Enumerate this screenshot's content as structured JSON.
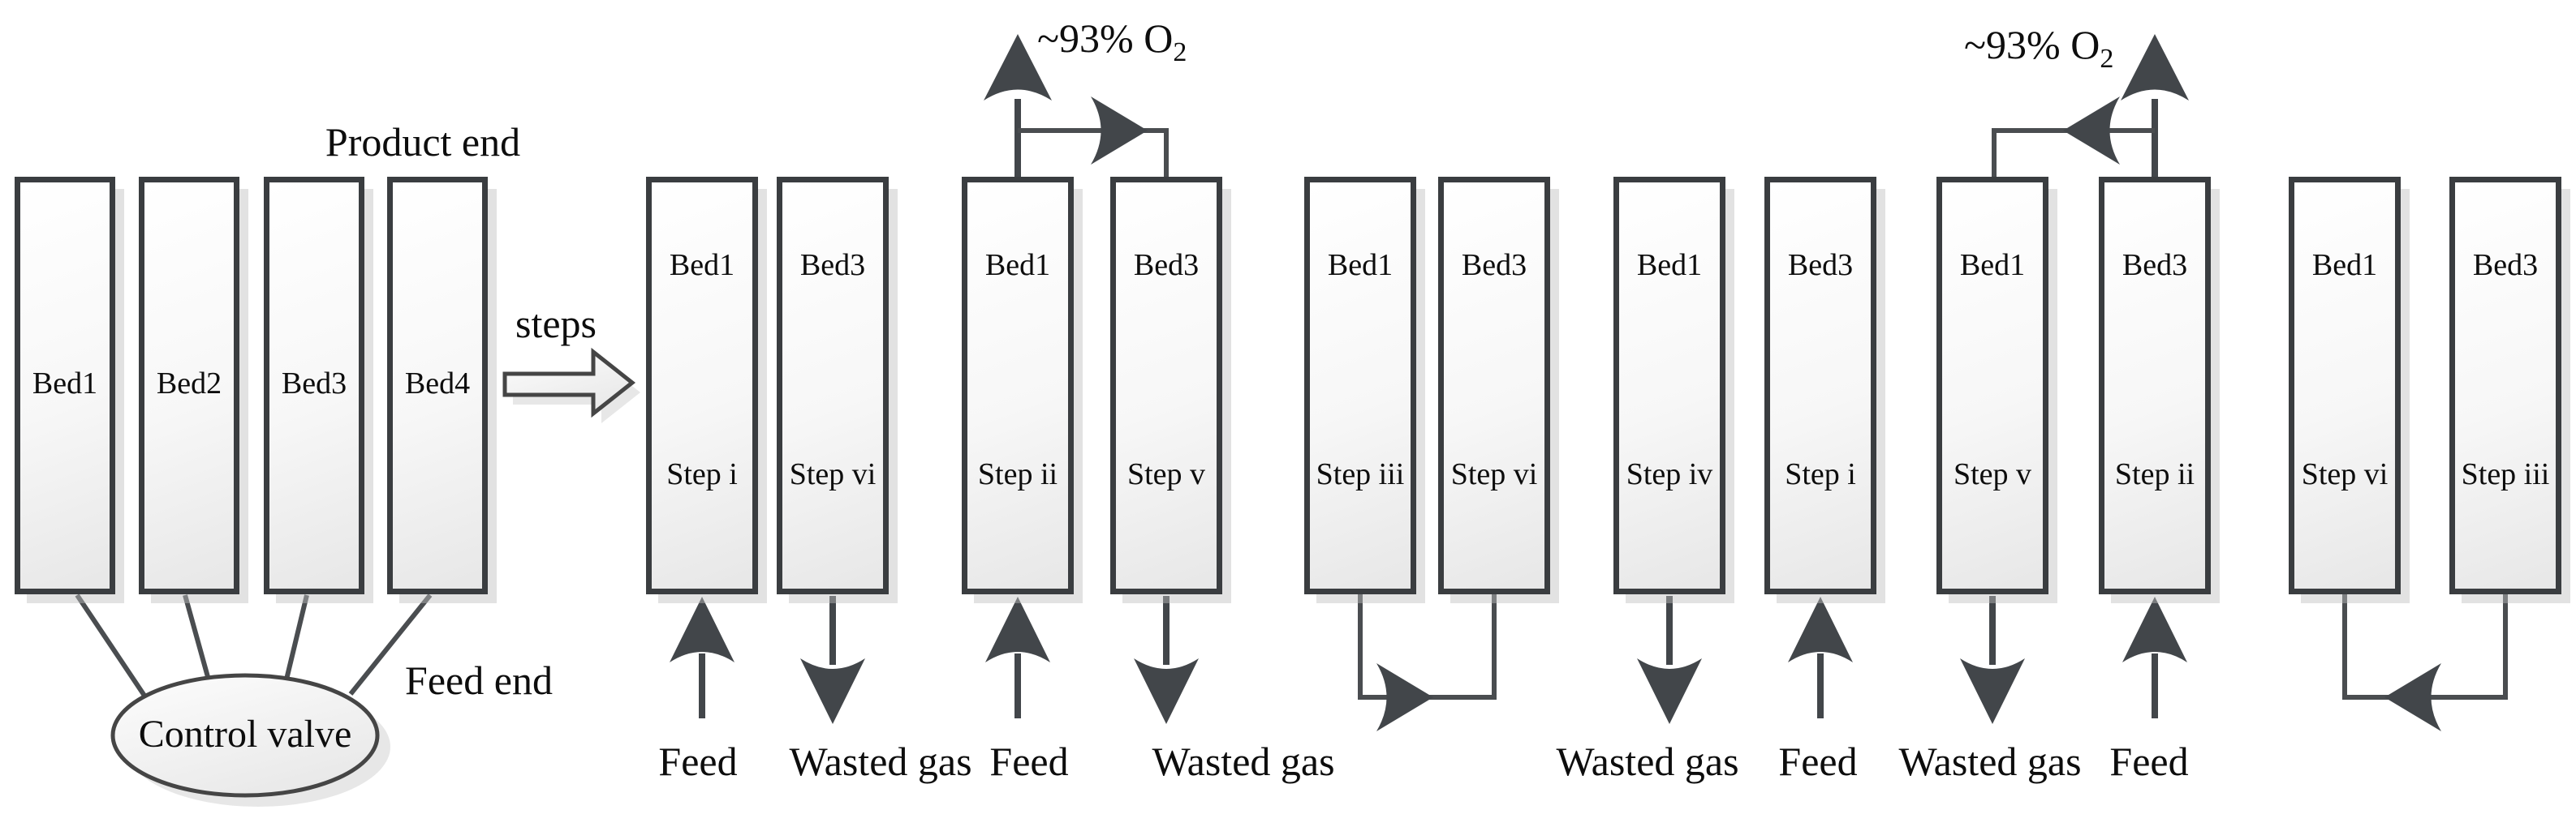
{
  "labels": {
    "product_end": "Product end",
    "feed_end": "Feed end",
    "control_valve": "Control valve",
    "steps": "steps",
    "o2_prefix": "~93% O",
    "o2_sub": "2"
  },
  "overview": {
    "beds": [
      {
        "label": "Bed1"
      },
      {
        "label": "Bed2"
      },
      {
        "label": "Bed3"
      },
      {
        "label": "Bed4"
      }
    ]
  },
  "stages": [
    {
      "left_bed": {
        "name": "Bed1",
        "step": "Step i"
      },
      "right_bed": {
        "name": "Bed3",
        "step": "Step vi"
      },
      "bottom_left_label": "Feed",
      "bottom_right_label": "Wasted gas"
    },
    {
      "left_bed": {
        "name": "Bed1",
        "step": "Step ii"
      },
      "right_bed": {
        "name": "Bed3",
        "step": "Step v"
      },
      "bottom_left_label": "Feed",
      "bottom_right_label": "Wasted gas",
      "top_label": "~93% O2",
      "transfer_direction": "right"
    },
    {
      "left_bed": {
        "name": "Bed1",
        "step": "Step iii"
      },
      "right_bed": {
        "name": "Bed3",
        "step": "Step vi"
      },
      "bottom_transfer_direction": "right"
    },
    {
      "left_bed": {
        "name": "Bed1",
        "step": "Step iv"
      },
      "right_bed": {
        "name": "Bed3",
        "step": "Step i"
      },
      "bottom_left_label": "Wasted gas",
      "bottom_right_label": "Feed"
    },
    {
      "left_bed": {
        "name": "Bed1",
        "step": "Step v"
      },
      "right_bed": {
        "name": "Bed3",
        "step": "Step ii"
      },
      "bottom_left_label": "Wasted gas",
      "bottom_right_label": "Feed",
      "top_label": "~93% O2",
      "transfer_direction": "left"
    },
    {
      "left_bed": {
        "name": "Bed1",
        "step": "Step vi"
      },
      "right_bed": {
        "name": "Bed3",
        "step": "Step iii"
      },
      "bottom_transfer_direction": "left"
    }
  ],
  "colors": {
    "arrow": "#42464a",
    "line": "#4a4d50",
    "bed_border": "#3a3d40",
    "text": "#0d0d0d"
  }
}
